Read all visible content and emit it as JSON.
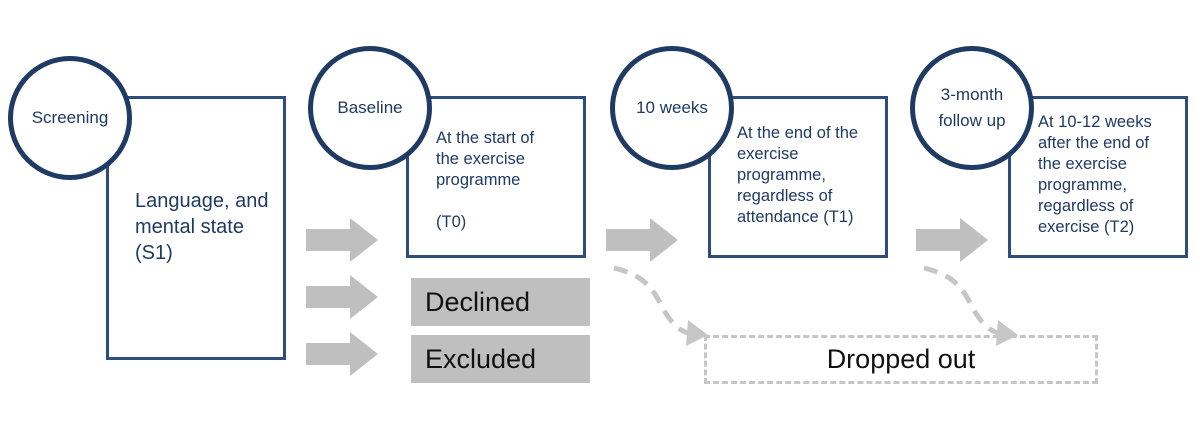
{
  "stages": [
    {
      "label": "Screening",
      "text": "Language, and\nmental state\n(S1)"
    },
    {
      "label": "Baseline",
      "text": "At the start of\nthe exercise\nprogramme\n\n(T0)"
    },
    {
      "label": "10 weeks",
      "text": "At the end of the\nexercise\nprogramme,\nregardless of\nattendance (T1)"
    },
    {
      "label": "3-month\nfollow up",
      "text": "At 10-12 weeks\nafter the end of\nthe exercise\nprogramme,\nregardless of\nexercise (T2)"
    }
  ],
  "outcomes": {
    "declined": "Declined",
    "excluded": "Excluded",
    "dropped_out": "Dropped out"
  },
  "colors": {
    "navy": "#1f3a63",
    "box_border": "#2e4d7a",
    "arrow_grey": "#bfbfbf",
    "dashed_grey": "#c6c6c6"
  }
}
